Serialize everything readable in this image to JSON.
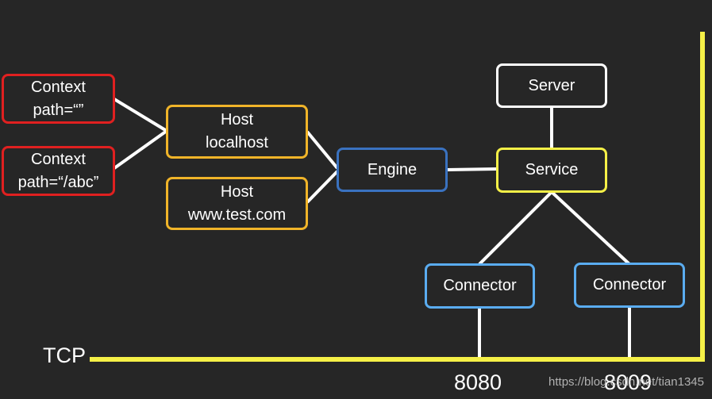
{
  "contexts": {
    "root": {
      "line1": "Context",
      "line2": "path=“”"
    },
    "abc": {
      "line1": "Context",
      "line2": "path=“/abc”"
    }
  },
  "hosts": {
    "localhost": {
      "line1": "Host",
      "line2": "localhost"
    },
    "test": {
      "line1": "Host",
      "line2": "www.test.com"
    }
  },
  "engine": "Engine",
  "server": "Server",
  "service": "Service",
  "connectors": {
    "left": "Connector",
    "right": "Connector"
  },
  "tcp_label": "TCP",
  "ports": {
    "left": "8080",
    "right": "8009"
  },
  "watermark": "https://blog.csdn.net/tian1345",
  "colors": {
    "background": "#262626",
    "context_border": "#e02020",
    "host_border": "#f0b429",
    "engine_border": "#3a72c0",
    "service_border": "#f5f047",
    "server_border": "#ffffff",
    "connector_border": "#5aacf0",
    "tcp_line": "#f5f047"
  }
}
